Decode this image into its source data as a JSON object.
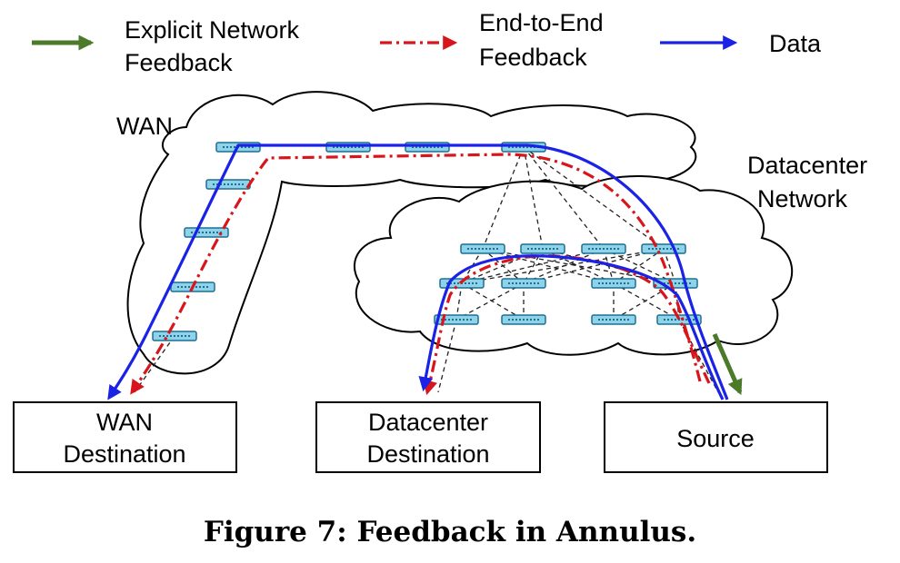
{
  "legend": {
    "explicit": {
      "line1": "Explicit Network",
      "line2": "Feedback",
      "color": "#4a7a2a"
    },
    "e2e": {
      "line1": "End-to-End",
      "line2": "Feedback",
      "color": "#d8151a"
    },
    "data": {
      "label": "Data",
      "color": "#1a22e6"
    }
  },
  "clouds": {
    "wan": "WAN",
    "dc_line1": "Datacenter",
    "dc_line2": "Network"
  },
  "boxes": {
    "wan_dest": {
      "line1": "WAN",
      "line2": "Destination"
    },
    "dc_dest": {
      "line1": "Datacenter",
      "line2": "Destination"
    },
    "source": {
      "line1": "Source"
    }
  },
  "caption": "Figure 7: Feedback in Annulus."
}
